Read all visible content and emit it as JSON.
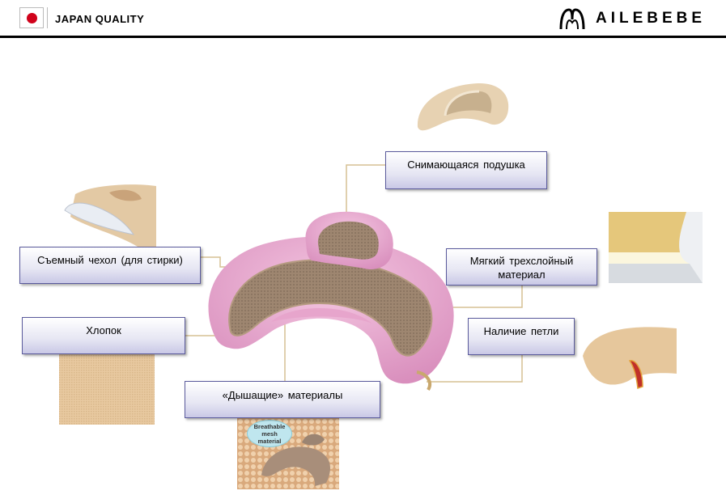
{
  "header": {
    "title": "JAPAN QUALITY",
    "brand": "AILEBEBE",
    "flag_color": "#d0021b"
  },
  "callouts": [
    {
      "text": "Снимающаяся  подушка"
    },
    {
      "text": "Съемный чехол (для стирки)"
    },
    {
      "text": "Мягкий  трехслойный  материал"
    },
    {
      "text": "Хлопок"
    },
    {
      "text": "Наличие  петли"
    },
    {
      "text": "«Дышащие»  материалы"
    }
  ],
  "mesh_photo": {
    "line1": "Breathable",
    "line2": "mesh",
    "line3": "material"
  },
  "colors": {
    "pillow_pink": "#e8a9cf",
    "mesh_brown": "#9e8670",
    "beige": "#e4c9a3",
    "label_border": "#5a5a9c"
  }
}
